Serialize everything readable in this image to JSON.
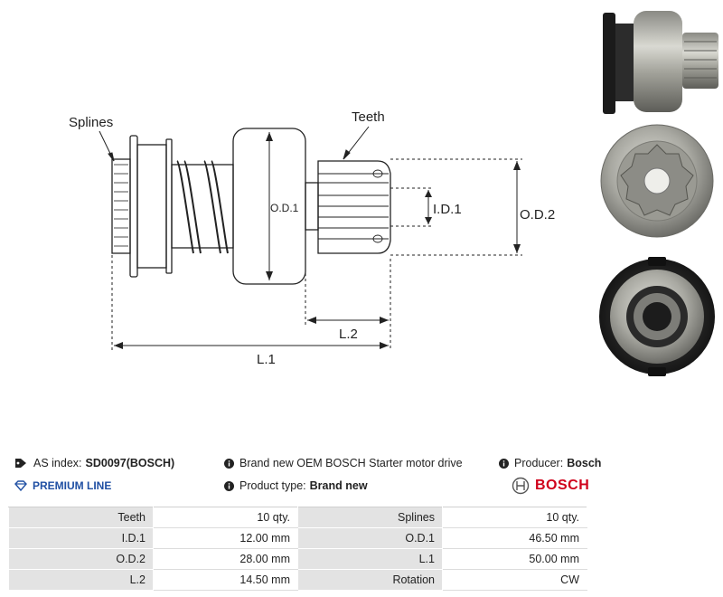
{
  "diagram": {
    "labels": {
      "splines": "Splines",
      "teeth": "Teeth",
      "od1": "O.D.1",
      "id1": "I.D.1",
      "od2": "O.D.2",
      "l2": "L.2",
      "l1": "L.1"
    }
  },
  "info": {
    "as_index_label": "AS index:",
    "as_index_value": "SD0097(BOSCH)",
    "description": "Brand new OEM BOSCH Starter motor drive",
    "producer_label": "Producer:",
    "producer_value": "Bosch",
    "premium_line": "PREMIUM LINE",
    "product_type_label": "Product type:",
    "product_type_value": "Brand new",
    "brand_logo_text": "BOSCH"
  },
  "specs": {
    "rows": [
      {
        "k1": "Teeth",
        "v1": "10 qty.",
        "k2": "Splines",
        "v2": "10 qty."
      },
      {
        "k1": "I.D.1",
        "v1": "12.00 mm",
        "k2": "O.D.1",
        "v2": "46.50 mm"
      },
      {
        "k1": "O.D.2",
        "v1": "28.00 mm",
        "k2": "L.1",
        "v2": "50.00 mm"
      },
      {
        "k1": "L.2",
        "v1": "14.50 mm",
        "k2": "Rotation",
        "v2": "CW"
      }
    ]
  },
  "colors": {
    "brand_red": "#d0021b",
    "premium_blue": "#1f4fa3",
    "table_key_bg": "#e3e3e3"
  }
}
